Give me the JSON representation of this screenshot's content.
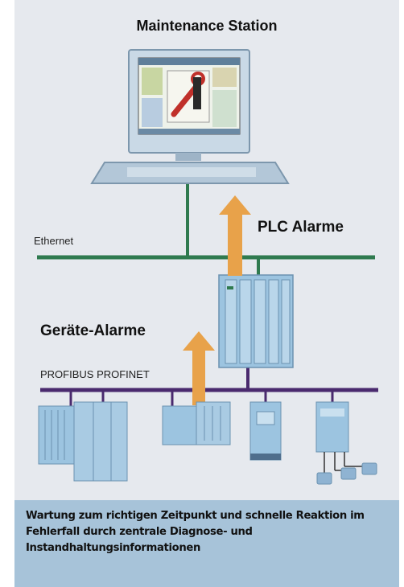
{
  "title": "Maintenance Station",
  "labels": {
    "ethernet": "Ethernet",
    "plc_alarme": "PLC Alarme",
    "geraete_alarme": "Geräte-Alarme",
    "profibus": "PROFIBUS PROFINET"
  },
  "caption": "Wartung zum richtigen Zeitpunkt und schnelle Reaktion im Fehlerfall durch zentrale Diagnose- und Instandhaltungsinformationen",
  "colors": {
    "background": "#e6e9ee",
    "caption_background": "#a7c3d9",
    "ethernet_line": "#2f7a4f",
    "profibus_line": "#4a2a6e",
    "arrow": "#e8a24a",
    "device": "#9cc4e0"
  },
  "icons": [
    "computer-icon",
    "plc-rack-icon",
    "drive-icon",
    "io-module-icon",
    "frequency-converter-icon",
    "sensor-icon"
  ]
}
